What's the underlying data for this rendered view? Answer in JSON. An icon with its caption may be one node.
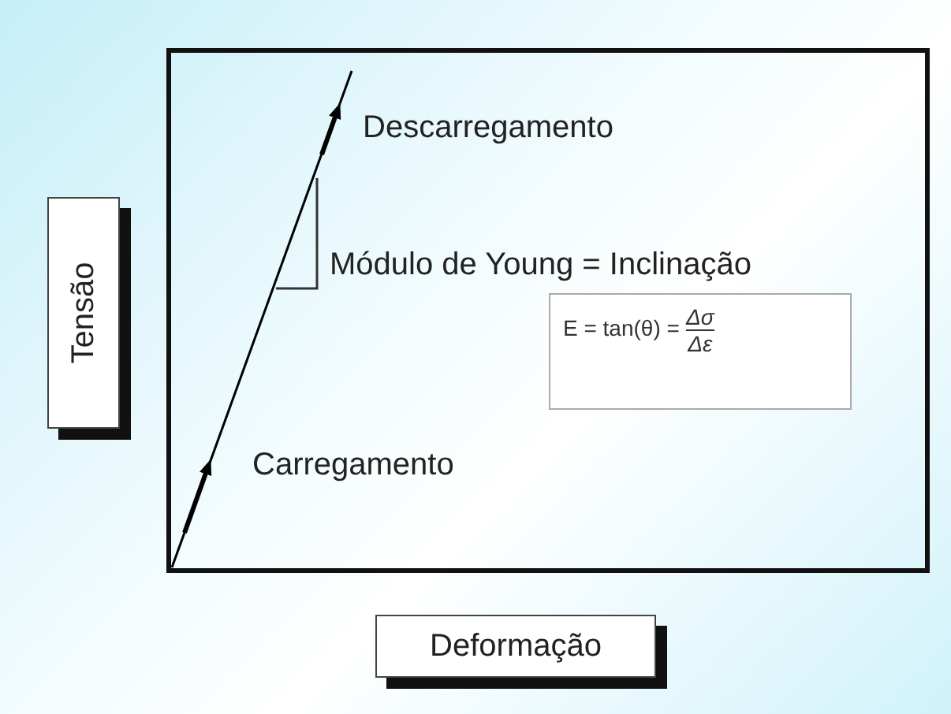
{
  "diagram": {
    "nodes": [
      {
        "text": [
          "Tensão"
        ]
      },
      {
        "text": [
          "Deformação"
        ]
      },
      {
        "text": [
          "E = tan(θ) =",
          "Δσ",
          "Δε"
        ]
      }
    ],
    "edges": [],
    "labels": [
      "Descarregamento",
      "Módulo de Young = Inclinação",
      "Carregamento"
    ]
  }
}
